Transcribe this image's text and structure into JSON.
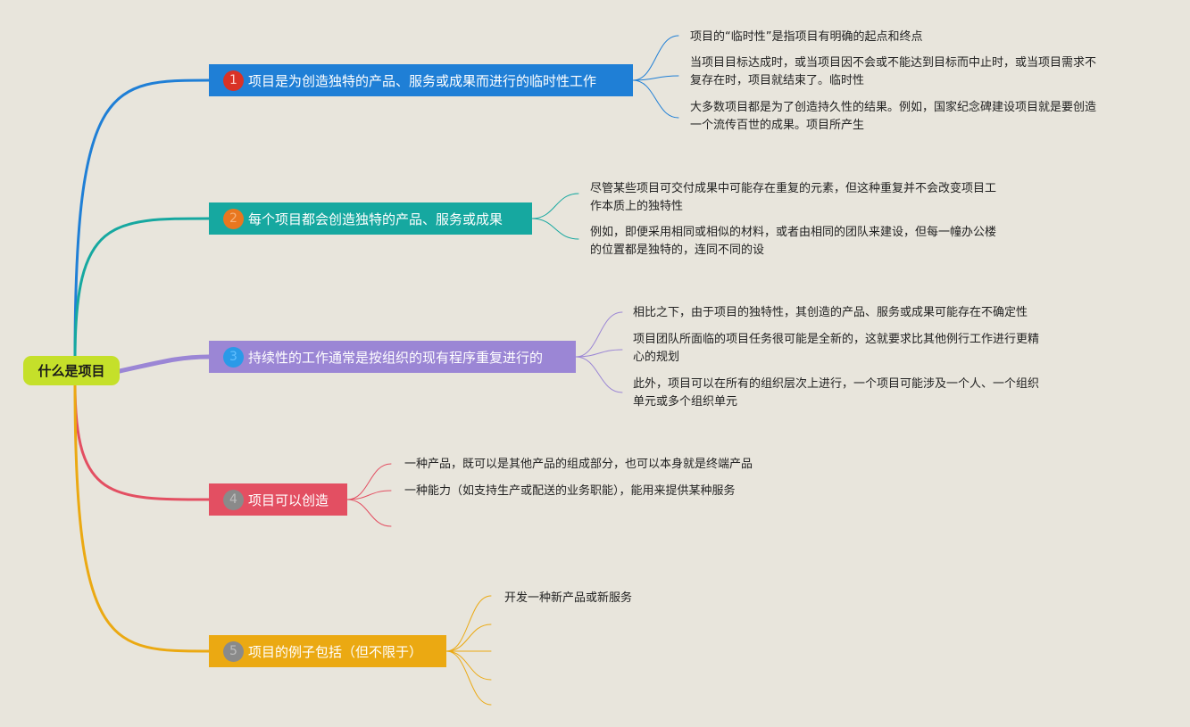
{
  "root": {
    "label": "什么是项目"
  },
  "branches": [
    {
      "number": "1",
      "label": "项目是为创造独特的产品、服务或成果而进行的临时性工作",
      "color": "#1f7fd6",
      "leaves": [
        {
          "lines": [
            "项目的“临时性”是指项目有明确的起点和终点"
          ]
        },
        {
          "lines": [
            "当项目目标达成时，或当项目因不会或不能达到目标而中止时，或当项目需求不",
            "复存在时，项目就结束了。临时性"
          ]
        },
        {
          "lines": [
            "大多数项目都是为了创造持久性的结果。例如，国家纪念碑建设项目就是要创造",
            "一个流传百世的成果。项目所产生"
          ]
        }
      ]
    },
    {
      "number": "2",
      "label": "每个项目都会创造独特的产品、服务或成果",
      "color": "#16a8a0",
      "leaves": [
        {
          "lines": [
            "尽管某些项目可交付成果中可能存在重复的元素，但这种重复并不会改变项目工",
            "作本质上的独特性"
          ]
        },
        {
          "lines": [
            "例如，即便采用相同或相似的材料，或者由相同的团队来建设，但每一幢办公楼",
            "的位置都是独特的，连同不同的设"
          ]
        }
      ]
    },
    {
      "number": "3",
      "label": "持续性的工作通常是按组织的现有程序重复进行的",
      "color": "#9b86d5",
      "leaves": [
        {
          "lines": [
            "相比之下，由于项目的独特性，其创造的产品、服务或成果可能存在不确定性"
          ]
        },
        {
          "lines": [
            "项目团队所面临的项目任务很可能是全新的，这就要求比其他例行工作进行更精",
            "心的规划"
          ]
        },
        {
          "lines": [
            "此外，项目可以在所有的组织层次上进行，一个项目可能涉及一个人、一个组织",
            "单元或多个组织单元"
          ]
        }
      ]
    },
    {
      "number": "4",
      "label": "项目可以创造",
      "color": "#e34f62",
      "leaves": [
        {
          "lines": [
            "一种产品，既可以是其他产品的组成部分，也可以本身就是终端产品"
          ]
        },
        {
          "lines": [
            "一种能力（如支持生产或配送的业务职能），能用来提供某种服务"
          ]
        },
        {
          "lines": []
        }
      ]
    },
    {
      "number": "5",
      "label": "项目的例子包括（但不限于）",
      "color": "#eba912",
      "leaves": [
        {
          "lines": [
            "开发一种新产品或新服务"
          ]
        },
        {
          "lines": []
        },
        {
          "lines": []
        },
        {
          "lines": []
        },
        {
          "lines": []
        }
      ]
    }
  ]
}
